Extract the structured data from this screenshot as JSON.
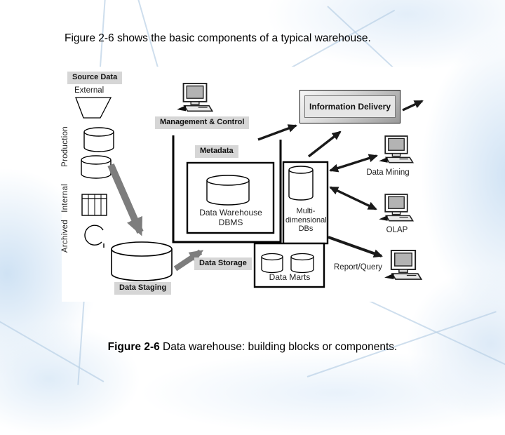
{
  "slide": {
    "heading": "Figure 2-6 shows the basic components of a typical warehouse.",
    "caption_prefix": "Figure 2-6",
    "caption_text": " Data warehouse: building blocks or components."
  },
  "diagram": {
    "source": {
      "title": "Source Data",
      "external_label": "External",
      "production_label": "Production",
      "internal_label": "Internal",
      "archived_label": "Archived"
    },
    "staging": {
      "label": "Data Staging"
    },
    "storage": {
      "label": "Data Storage",
      "metadata_label": "Metadata",
      "dbms_label": "Data Warehouse DBMS",
      "multidim_label": "Multi-dimensional DBs",
      "data_marts_label": "Data Marts"
    },
    "control": {
      "label": "Management & Control"
    },
    "delivery": {
      "label": "Information Delivery",
      "data_mining_label": "Data Mining",
      "olap_label": "OLAP",
      "report_query_label": "Report/Query"
    },
    "icons": [
      "funnel-icon",
      "database-cylinder-icon",
      "table-icon",
      "disc-icon",
      "computer-icon"
    ]
  },
  "colors": {
    "label_bg": "#d6d6d6",
    "arrow_gray": "#7d7d7d",
    "arrow_black": "#1a1a1a",
    "background_accent": "#cfe2f4"
  }
}
